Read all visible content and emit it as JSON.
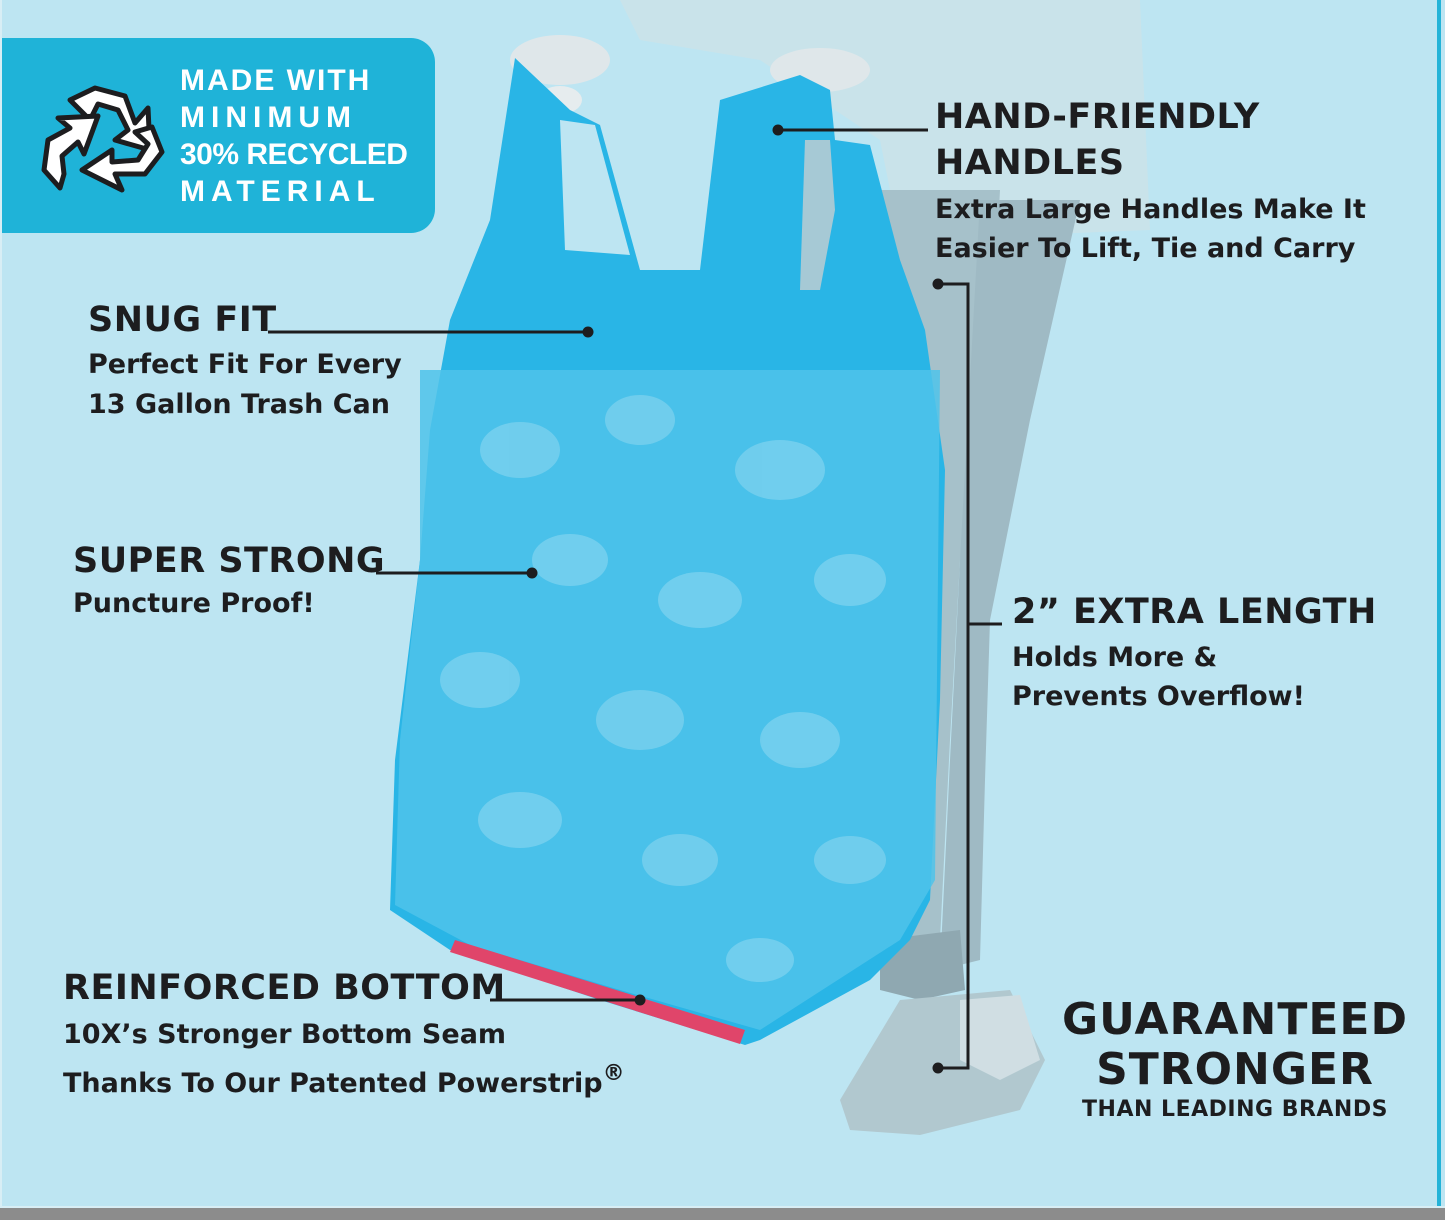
{
  "badge": {
    "icon": "recycle-icon",
    "lines": [
      "MADE WITH",
      "MINIMUM",
      "30% RECYCLED",
      "MATERIAL"
    ],
    "color": "#1fb3d8"
  },
  "callouts": {
    "handles": {
      "title_line1": "HAND-FRIENDLY",
      "title_line2": "HANDLES",
      "sub_line1": "Extra Large Handles Make It",
      "sub_line2": "Easier To Lift, Tie and Carry"
    },
    "snug_fit": {
      "title": "SNUG FIT",
      "sub_line1": "Perfect Fit For Every",
      "sub_line2": "13 Gallon Trash Can"
    },
    "super_strong": {
      "title": "SUPER STRONG",
      "sub_line1": "Puncture Proof!"
    },
    "extra_length": {
      "title": "2” EXTRA LENGTH",
      "sub_line1": "Holds More &",
      "sub_line2": "Prevents Overflow!"
    },
    "reinforced_bottom": {
      "title": "REINFORCED BOTTOM",
      "sub_line1": "10X’s Stronger Bottom Seam",
      "sub_line2": "Thanks To Our Patented Powerstrip",
      "registered_mark": "®"
    }
  },
  "guarantee": {
    "line1": "GUARANTEED",
    "line2": "STRONGER",
    "line3": "THAN LEADING BRANDS"
  },
  "colors": {
    "background": "#bde5f2",
    "bag": "#29b5e6",
    "powerstrip": "#e0456a",
    "text": "#1d1d1f",
    "person": "#a9c3cc"
  }
}
